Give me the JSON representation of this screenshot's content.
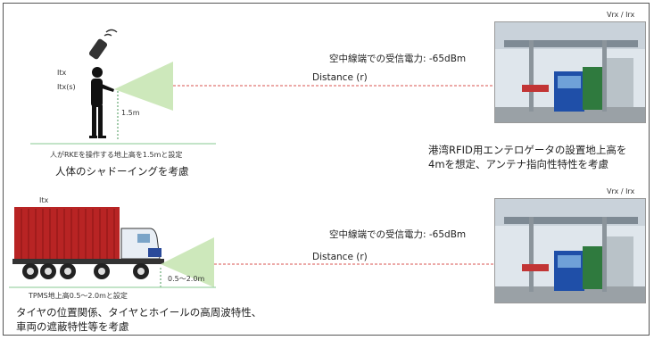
{
  "top": {
    "person_labels": [
      "Itx",
      "Itx(s)"
    ],
    "height_label": "1.5m",
    "ground_caption": "人がRKEを操作する地上高を1.5mと設定",
    "main_caption": "人体のシャドーイングを考慮",
    "power_text": "空中線端での受信電力: -65dBm",
    "distance_label": "Distance (r)",
    "receiver_label": "Vrx / Irx",
    "note_lines": [
      "港湾RFID用エンテロゲータの設置地上高を",
      "4mを想定、アンテナ指向性特性を考慮"
    ]
  },
  "bottom": {
    "truck_label": "Itx",
    "height_label": "0.5～2.0m",
    "ground_caption": "TPMS地上高0.5～2.0mと設定",
    "power_text": "空中線端での受信電力: -65dBm",
    "distance_label": "Distance (r)",
    "receiver_label": "Vrx / Irx",
    "note_lines": [
      "タイヤの位置関係、タイヤとホイールの高周波特性、",
      "車両の遮蔽特性等を考慮"
    ]
  },
  "colors": {
    "beam": "#c8e6b4",
    "distance_line": "#d9534f",
    "ground": "#9fd3a8",
    "container": "#b82424"
  }
}
